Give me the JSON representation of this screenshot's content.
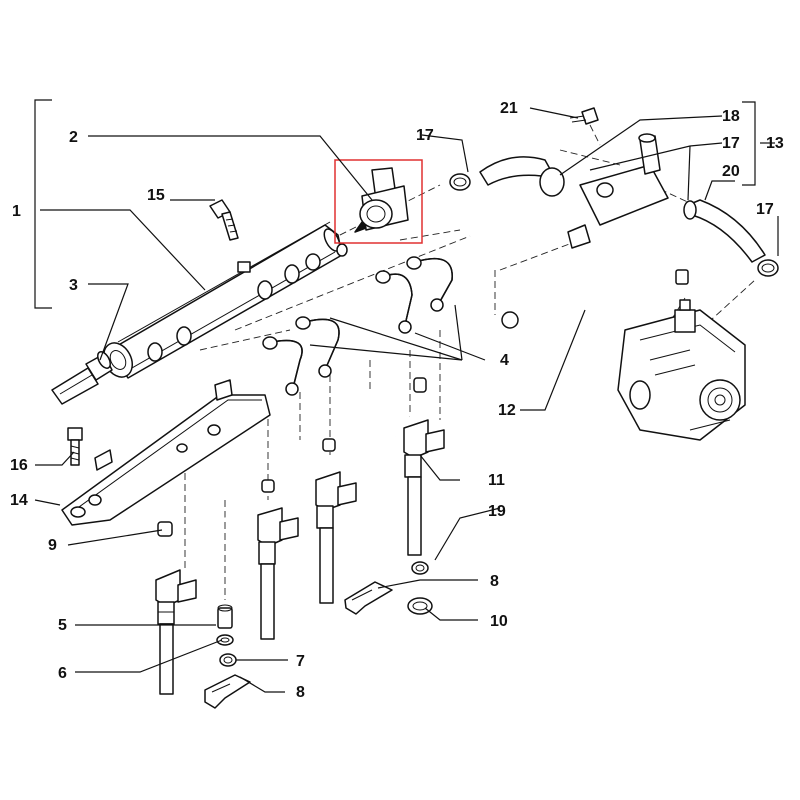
{
  "callouts": {
    "c1": "1",
    "c2": "2",
    "c3": "3",
    "c4": "4",
    "c5": "5",
    "c6": "6",
    "c7": "7",
    "c8a": "8",
    "c8b": "8",
    "c9": "9",
    "c10": "10",
    "c11": "11",
    "c12": "12",
    "c13": "13",
    "c14": "14",
    "c15": "15",
    "c16": "16",
    "c17a": "17",
    "c17b": "17",
    "c17c": "17",
    "c18": "18",
    "c19": "19",
    "c20": "20",
    "c21": "21"
  },
  "colors": {
    "highlight_box": "#e03030",
    "line": "#111111",
    "part_fill": "#ffffff"
  }
}
